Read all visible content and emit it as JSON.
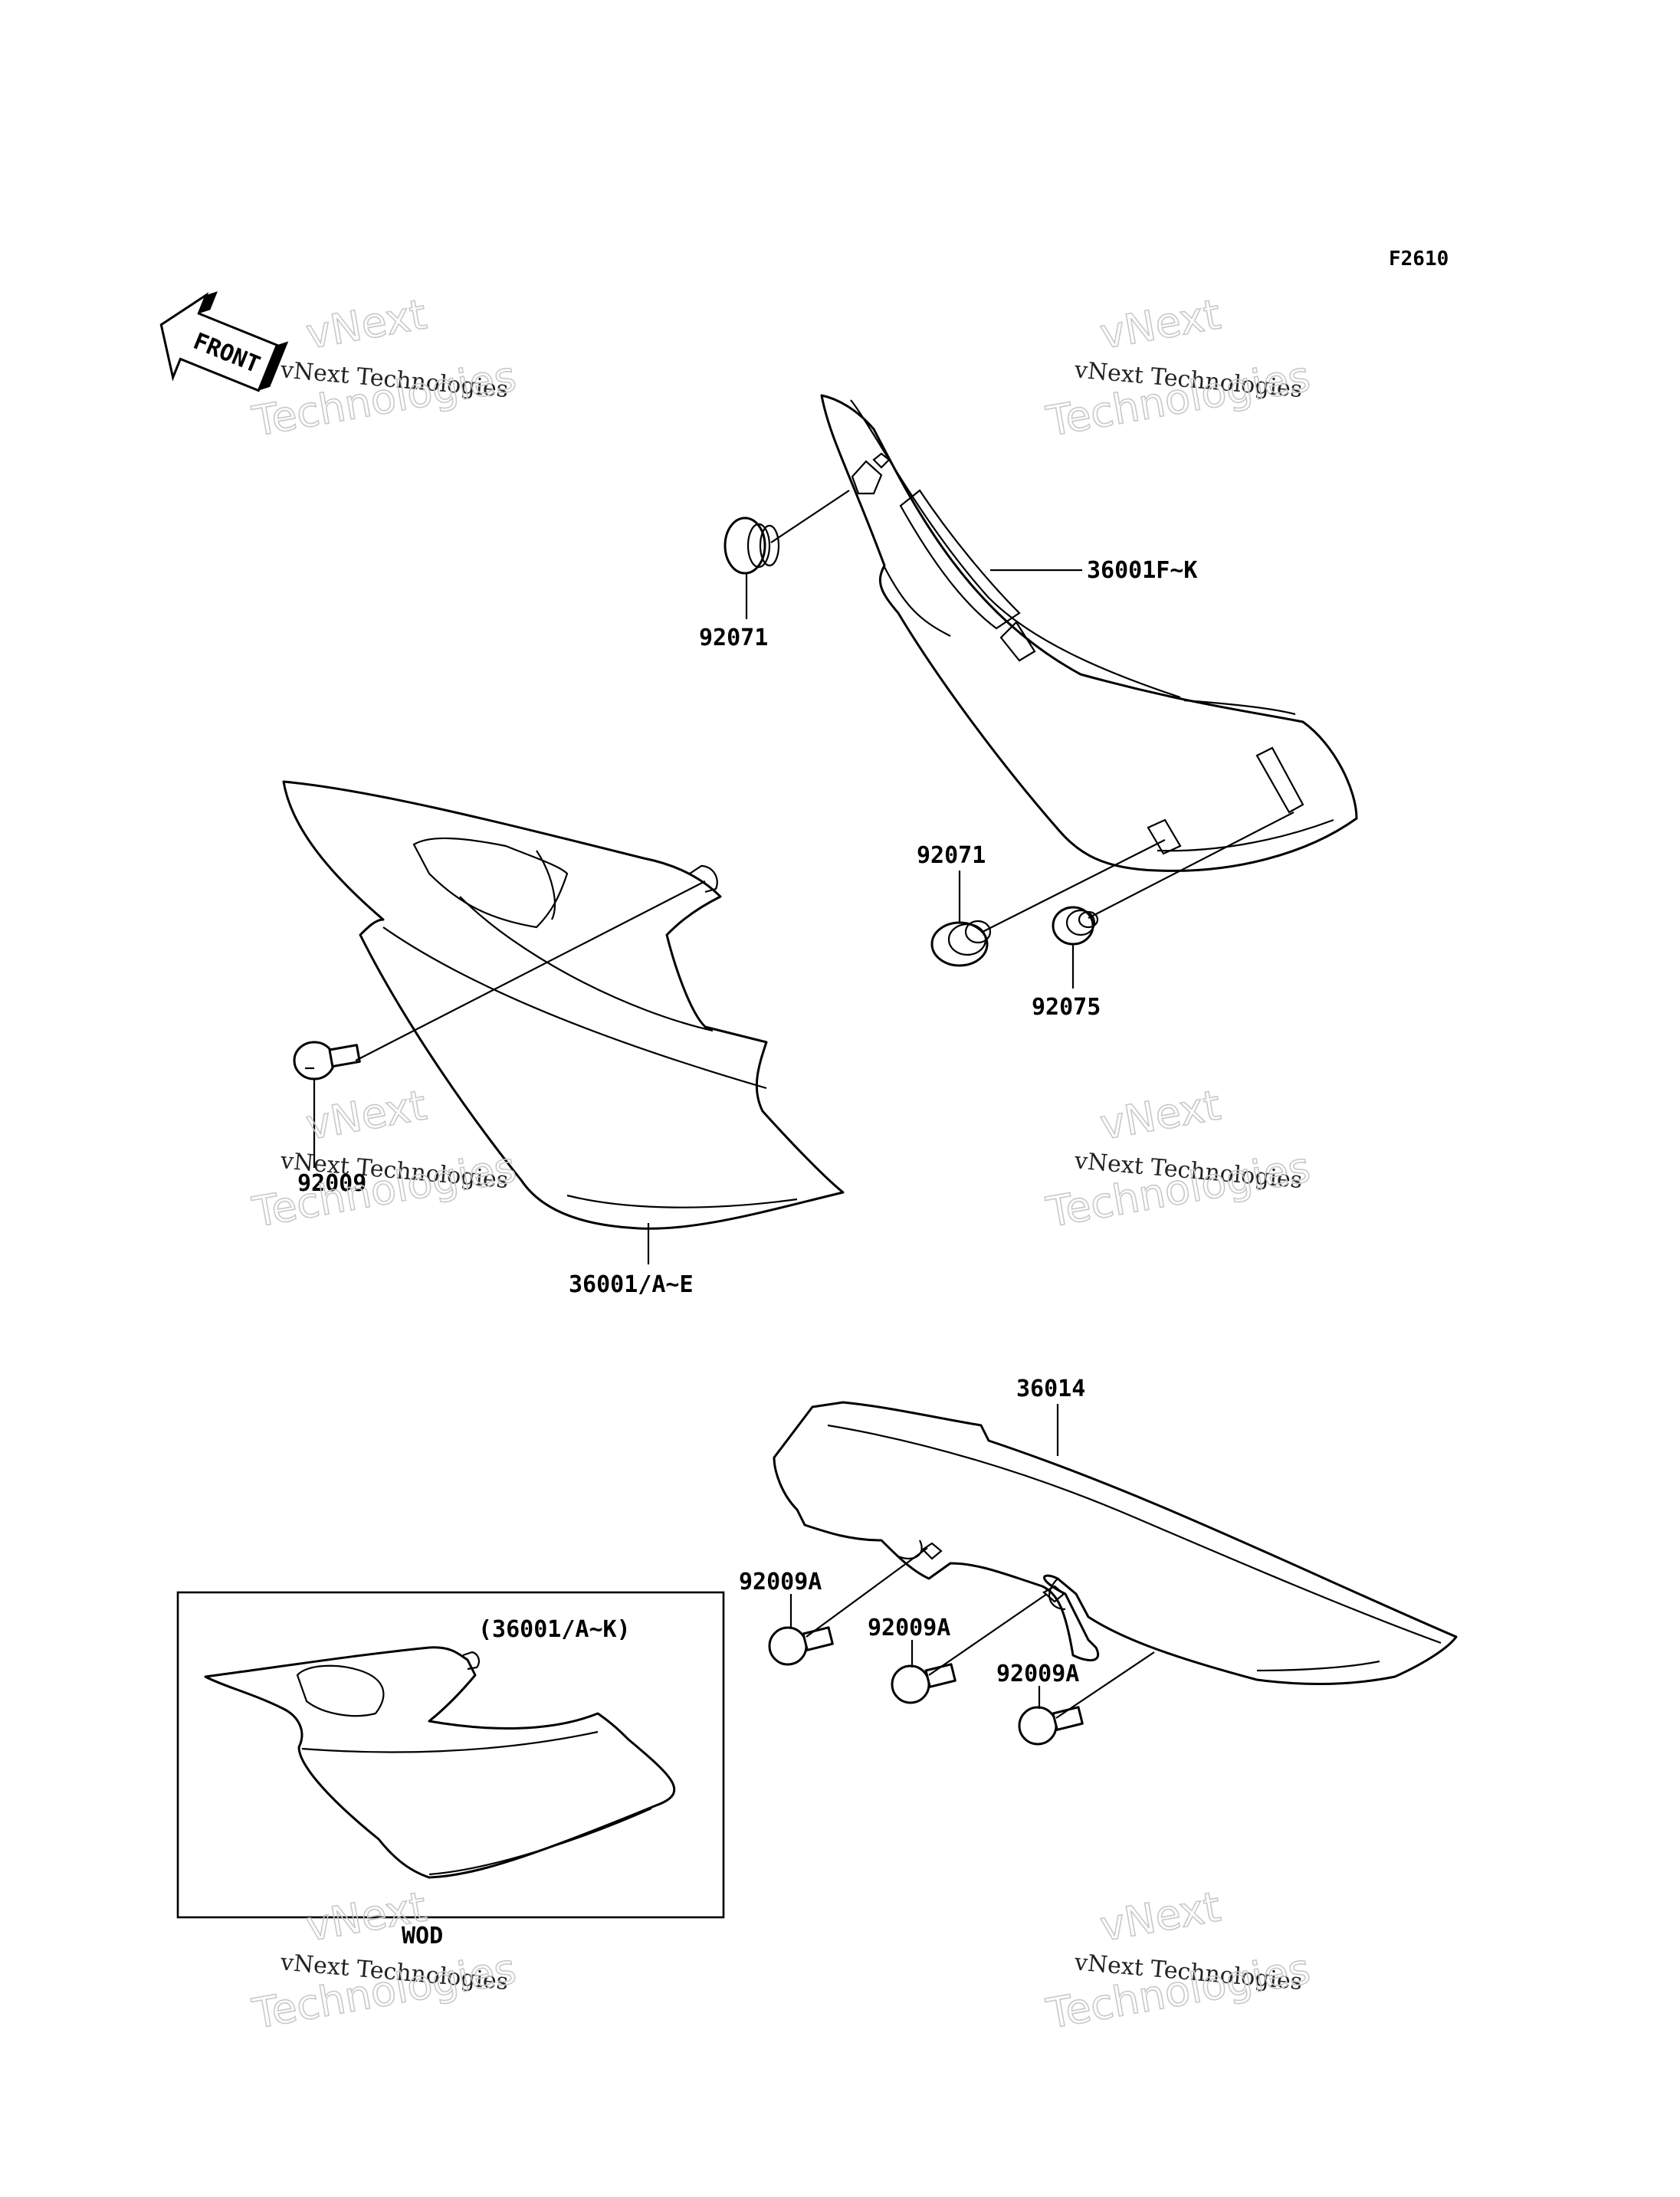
{
  "figure_code": "F2610",
  "front_label": "FRONT",
  "watermark": {
    "line1": "vNext",
    "line2": "vNext Technologies",
    "line3": "Technologies"
  },
  "parts": {
    "p92071_top": "92071",
    "p36001fk": "36001F~K",
    "p92071_low": "92071",
    "p92075": "92075",
    "p92009": "92009",
    "p36001ae": "36001/A~E",
    "p36014": "36014",
    "p92009a_1": "92009A",
    "p92009a_2": "92009A",
    "p92009a_3": "92009A"
  },
  "inset": {
    "title": "(36001/A~K)",
    "caption": "WOD"
  }
}
